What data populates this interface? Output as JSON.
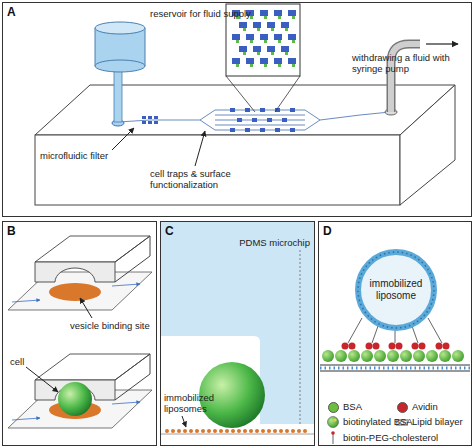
{
  "diagram": {
    "nodes": [
      {
        "text": [
          "A"
        ]
      },
      {
        "text": [
          "B"
        ]
      },
      {
        "text": [
          "C"
        ]
      },
      {
        "text": [
          "D"
        ]
      },
      {
        "text": [
          "immobilized liposome"
        ],
        "in": 3
      }
    ],
    "labels": [
      "reservoir for fluid supply",
      "withdrawing a fluid with syringe pump",
      "microfluidic filter",
      "cell traps & surface functionalization",
      "vesicle binding site",
      "cell",
      "PDMS microchip",
      "immobilized liposomes"
    ],
    "legend": [
      {
        "text": "BSA",
        "color": "#6cbf3c"
      },
      {
        "text": "Avidin",
        "color": "#c8262c"
      },
      {
        "text": "biotinylated BSA"
      },
      {
        "text": "Lipid bilayer"
      },
      {
        "text": "biotin-PEG-cholesterol"
      }
    ]
  }
}
